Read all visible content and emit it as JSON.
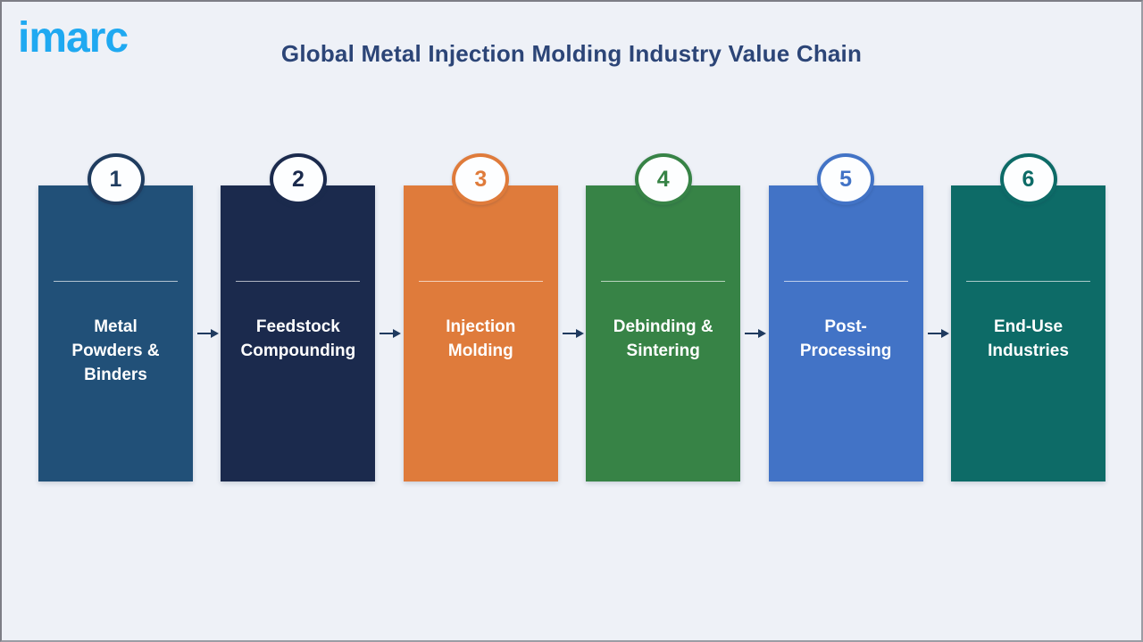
{
  "header": {
    "logo_text": "imarc",
    "title": "Global Metal Injection Molding Industry Value Chain"
  },
  "colors": {
    "background": "#EEF1F7",
    "title": "#2C4577",
    "logo": "#1FA9F1",
    "arrow": "#1F3A5F",
    "step_text": "#FFFFFF"
  },
  "chain": {
    "steps": [
      {
        "number": "1",
        "label": "Metal\nPowders &\nBinders",
        "box_color": "#215078",
        "accent_color": "#1F3C5F"
      },
      {
        "number": "2",
        "label": "Feedstock\nCompounding",
        "box_color": "#1B2A4D",
        "accent_color": "#1B2A4D"
      },
      {
        "number": "3",
        "label": "Injection\nMolding",
        "box_color": "#DF7B3B",
        "accent_color": "#DF7B3B"
      },
      {
        "number": "4",
        "label": "Debinding &\nSintering",
        "box_color": "#378346",
        "accent_color": "#378346"
      },
      {
        "number": "5",
        "label": "Post-\nProcessing",
        "box_color": "#4273C6",
        "accent_color": "#4273C6"
      },
      {
        "number": "6",
        "label": "End-Use\nIndustries",
        "box_color": "#0D6B67",
        "accent_color": "#0D6B67"
      }
    ]
  }
}
